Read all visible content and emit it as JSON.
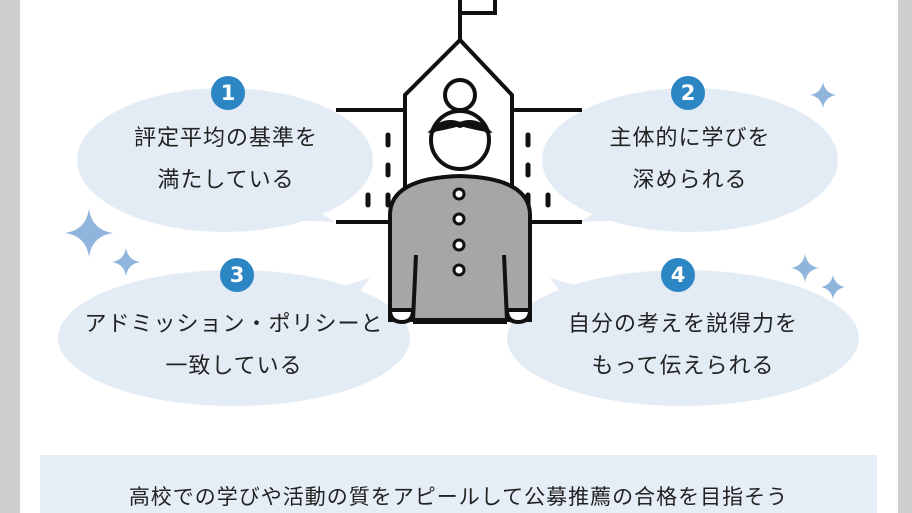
{
  "points": [
    {
      "number": "1",
      "line1": "評定平均の基準を",
      "line2": "満たしている"
    },
    {
      "number": "2",
      "line1": "主体的に学びを",
      "line2": "深められる"
    },
    {
      "number": "3",
      "line1": "アドミッション・ポリシーと",
      "line2": "一致している"
    },
    {
      "number": "4",
      "line1": "自分の考えを説得力を",
      "line2": "もって伝えられる"
    }
  ],
  "banner": {
    "text": "高校での学びや活動の質をアピールして公募推薦の合格を目指そう"
  },
  "colors": {
    "bubble": "#e3ecf5",
    "number": "#2d86c4",
    "sparkle": "#8fb5dc",
    "uniform": "#a6a6a6",
    "side": "#cfcfcf"
  }
}
